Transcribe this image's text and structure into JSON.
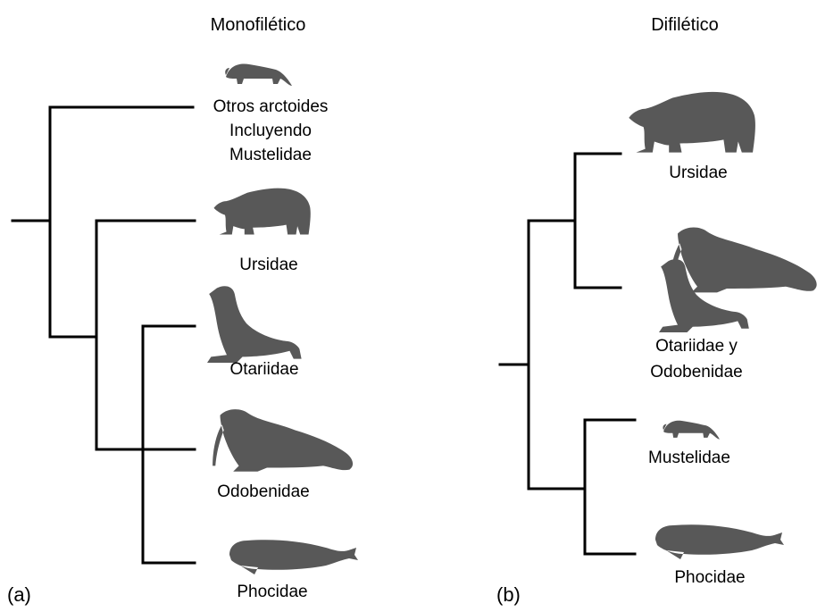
{
  "panels": {
    "a": {
      "title": "Monofilético",
      "letter": "(a)",
      "taxa": {
        "other": [
          "Otros arctoides",
          "Incluyendo",
          "Mustelidae"
        ],
        "ursidae": "Ursidae",
        "otariidae": "Otariidae",
        "odobenidae": "Odobenidae",
        "phocidae": "Phocidae"
      }
    },
    "b": {
      "title": "Difilético",
      "letter": "(b)",
      "taxa": {
        "ursidae": "Ursidae",
        "otariidae_odobenidae": [
          "Otariidae y",
          "Odobenidae"
        ],
        "mustelidae": "Mustelidae",
        "phocidae": "Phocidae"
      }
    }
  },
  "colors": {
    "silhouette": "#585858",
    "line": "#000000"
  },
  "icons": [
    "mustelid-icon",
    "bear-icon",
    "sea-lion-icon",
    "walrus-icon",
    "seal-icon"
  ]
}
